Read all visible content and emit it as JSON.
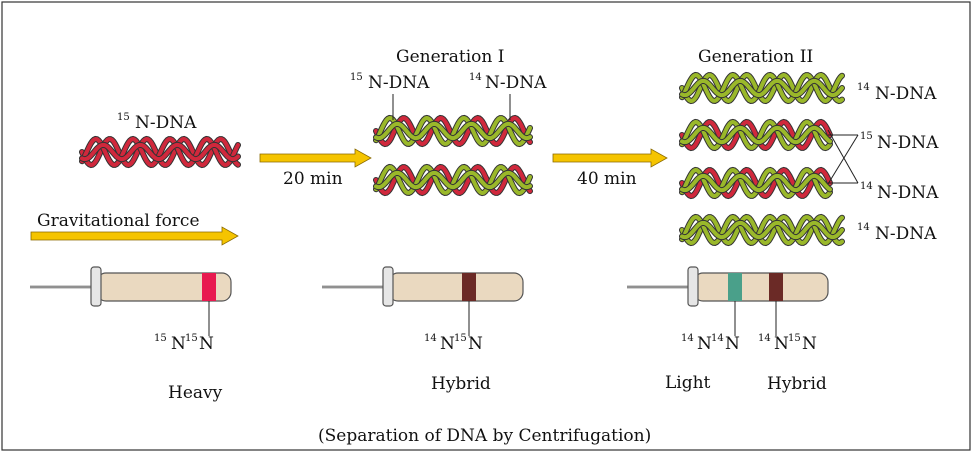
{
  "labels": {
    "n15_dna": "N-DNA",
    "n15_sup": "15",
    "gen1_title": "Generation I",
    "gen2_title": "Generation II",
    "gen1_left_label": "N-DNA",
    "gen1_left_sup": "15",
    "gen1_right_label": "N-DNA",
    "gen1_right_sup": "14",
    "gen2_label_top": "N-DNA",
    "gen2_label_top_sup": "14",
    "gen2_label_mid1": "N-DNA",
    "gen2_label_mid1_sup": "15",
    "gen2_label_mid2": "N-DNA",
    "gen2_label_mid2_sup": "14",
    "gen2_label_bottom": "N-DNA",
    "gen2_label_bottom_sup": "14",
    "arrow1_time": "20 min",
    "arrow2_time": "40 min",
    "gravity": "Gravitational force",
    "tube1_sup_a": "15",
    "tube1_n_a": "N",
    "tube1_sup_b": "15",
    "tube1_n_b": "N",
    "tube2_sup_a": "14",
    "tube2_n_a": "N",
    "tube2_sup_b": "15",
    "tube2_n_b": "N",
    "tube3_light_sup_a": "14",
    "tube3_light_n_a": "N",
    "tube3_light_sup_b": "14",
    "tube3_light_n_b": "N",
    "tube3_hyb_sup_a": "14",
    "tube3_hyb_n_a": "N",
    "tube3_hyb_sup_b": "15",
    "tube3_hyb_n_b": "N",
    "heavy": "Heavy",
    "hybrid1": "Hybrid",
    "light": "Light",
    "hybrid2": "Hybrid",
    "caption": "(Separation of DNA by Centrifugation)"
  },
  "colors": {
    "heavy_strand": "#d0283c",
    "light_strand": "#9ab82a",
    "arrow_fill": "#f5c400",
    "tube_fill": "#ead9c0",
    "band_heavy": "#e8194f",
    "band_hybrid": "#6b2a26",
    "band_light": "#4aa08a"
  }
}
